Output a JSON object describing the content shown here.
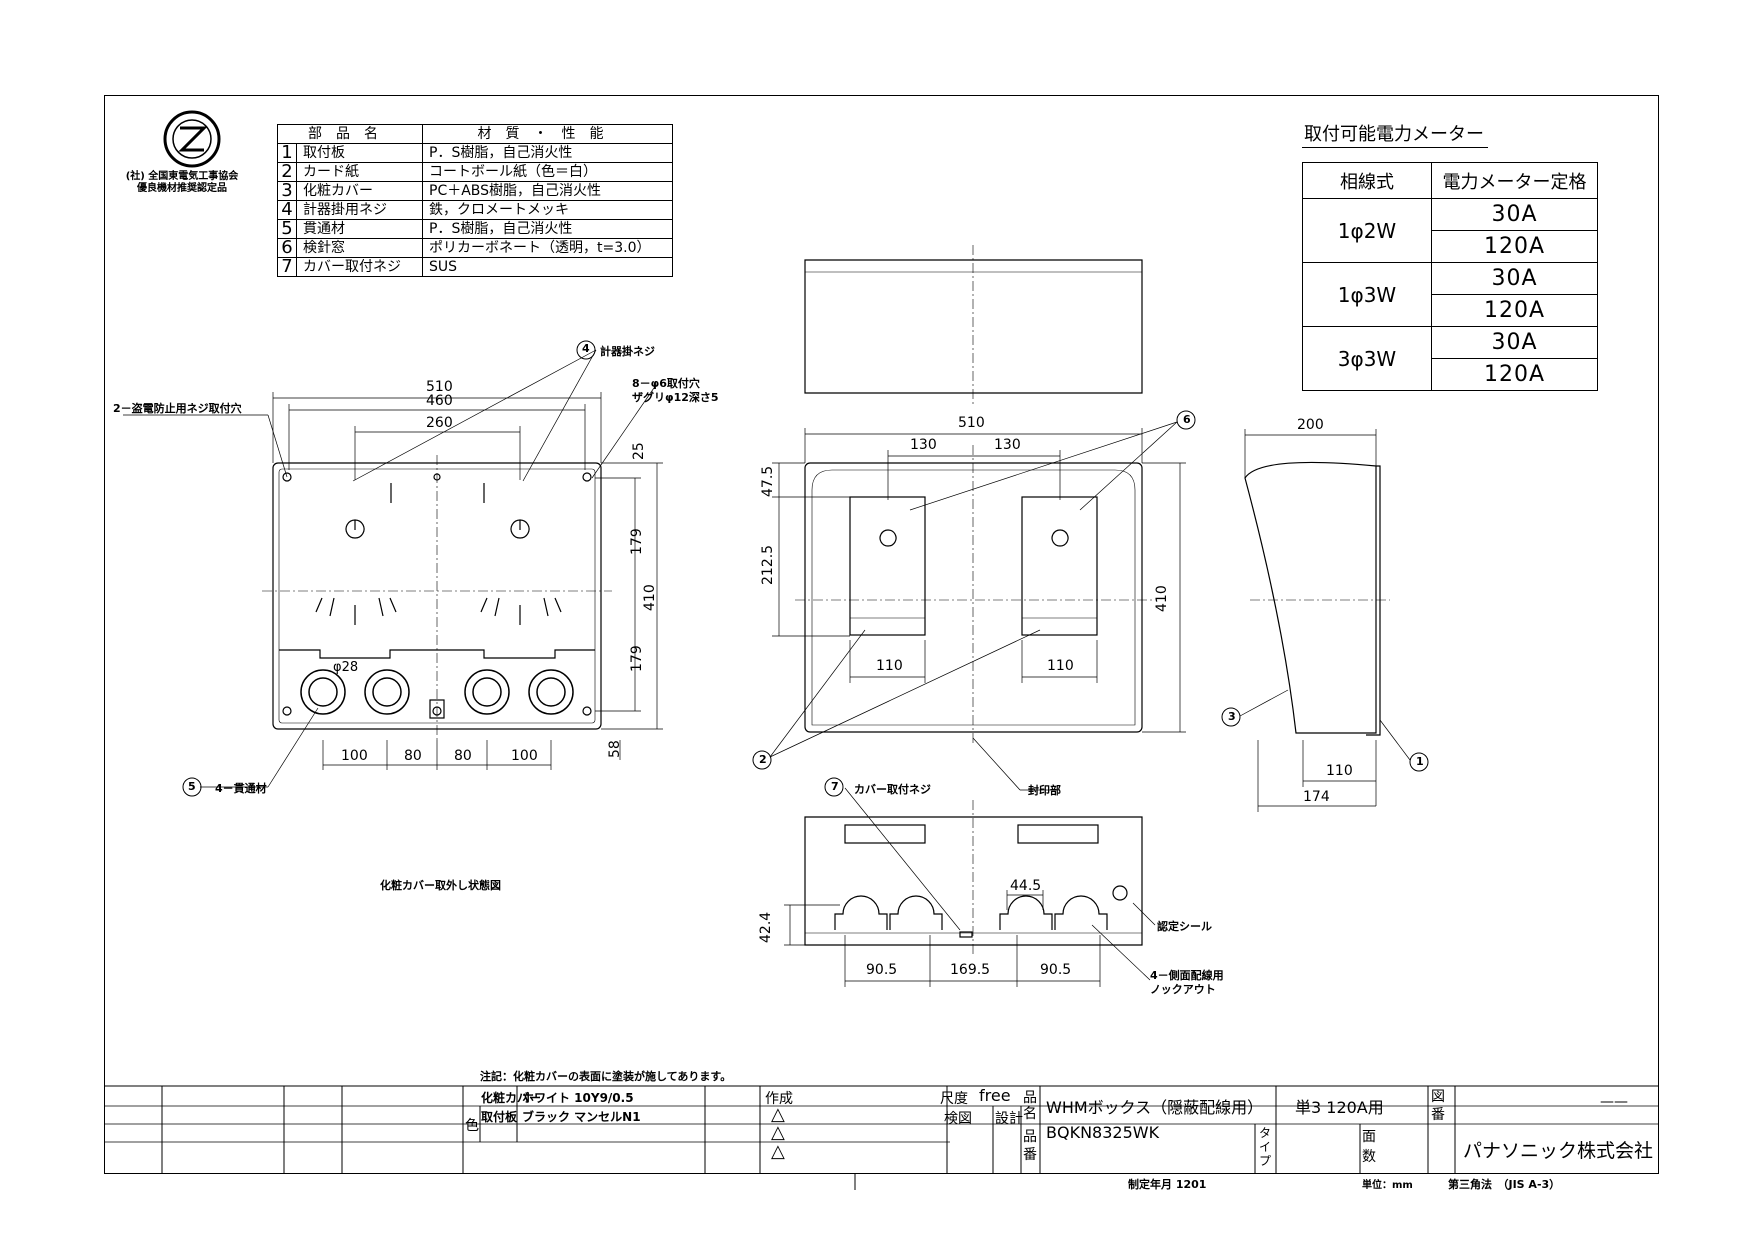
{
  "logo": {
    "org_line1": "(社) 全国東電気工事協会",
    "org_line2": "優良機材推奨認定品"
  },
  "parts_table": {
    "header_name": "部品名",
    "header_material": "材質・性能",
    "rows": [
      {
        "no": "1",
        "name": "取付板",
        "material": "P．S樹脂，自己消火性"
      },
      {
        "no": "2",
        "name": "カード紙",
        "material": "コートボール紙（色＝白）"
      },
      {
        "no": "3",
        "name": "化粧カバー",
        "material": "PC＋ABS樹脂，自己消火性"
      },
      {
        "no": "4",
        "name": "計器掛用ネジ",
        "material": "鉄，クロメートメッキ"
      },
      {
        "no": "5",
        "name": "貫通材",
        "material": "P．S樹脂，自己消火性"
      },
      {
        "no": "6",
        "name": "検針窓",
        "material": "ポリカーボネート（透明，t=3.0）"
      },
      {
        "no": "7",
        "name": "カバー取付ネジ",
        "material": "SUS"
      }
    ]
  },
  "meter_table": {
    "title": "取付可能電力メーター",
    "col1": "相線式",
    "col2": "電力メーター定格",
    "rows": [
      {
        "phase": "1φ2W",
        "ratings": [
          "30A",
          "120A"
        ]
      },
      {
        "phase": "1φ3W",
        "ratings": [
          "30A",
          "120A"
        ]
      },
      {
        "phase": "3φ3W",
        "ratings": [
          "30A",
          "120A"
        ]
      }
    ]
  },
  "left_view": {
    "dims": {
      "d510": "510",
      "d460": "460",
      "d260": "260",
      "d25": "25",
      "d179a": "179",
      "d410": "410",
      "d179b": "179",
      "d58": "58",
      "d100a": "100",
      "d80a": "80",
      "d80b": "80",
      "d100b": "100",
      "phi28": "φ28"
    },
    "labels": {
      "anti_theft": "2－盗電防止用ネジ取付穴",
      "meter_screw": "計器掛ネジ",
      "mount_holes_1": "8－φ6取付穴",
      "mount_holes_2": "ザグリφ12深さ5",
      "penetration": "4－貫通材",
      "caption": "化粧カバー取外し状態図",
      "c4": "4",
      "c5": "5"
    }
  },
  "front_view": {
    "dims": {
      "d510": "510",
      "d130a": "130",
      "d130b": "130",
      "d47_5": "47.5",
      "d212_5": "212.5",
      "d410": "410",
      "d110a": "110",
      "d110b": "110"
    },
    "labels": {
      "seal": "封印部",
      "c6": "6",
      "c2": "2"
    }
  },
  "side_view": {
    "dims": {
      "d200": "200",
      "d110": "110",
      "d174": "174"
    },
    "labels": {
      "c3": "3",
      "c1": "1"
    }
  },
  "bottom_view": {
    "dims": {
      "d44_5": "44.5",
      "d42_4": "42.4",
      "d90_5a": "90.5",
      "d169_5": "169.5",
      "d90_5b": "90.5"
    },
    "labels": {
      "cover_screw": "カバー取付ネジ",
      "cert_seal": "認定シール",
      "knockout_1": "4－側面配線用",
      "knockout_2": "ノックアウト",
      "c7": "7"
    }
  },
  "note": "注記：化粧カバーの表面に塗装が施してあります。",
  "title_block": {
    "color_label": "色",
    "cover_label": "化粧カバー",
    "cover_color": "ホワイト 10Y9/0.5",
    "plate_label": "取付板",
    "plate_color": "ブラック マンセルN1",
    "made_label": "作成",
    "revisions": [
      "△",
      "△",
      "△"
    ],
    "scale_label": "尺度",
    "scale_value": "free",
    "check_label": "検図",
    "design_label": "設計",
    "name_label": "品名",
    "product_name": "WHMボックス（隠蔽配線用）",
    "spec": "単3 120A用",
    "drawing_no_label": "図番",
    "drawing_no_value": "——",
    "number_label": "品番",
    "product_number": "BQKN8325WK",
    "type_label": "タイプ",
    "pages_label": "面数",
    "company": "パナソニック株式会社",
    "date": "制定年月 1201",
    "unit": "単位：mm",
    "projection": "第三角法　（JIS A-3）"
  }
}
